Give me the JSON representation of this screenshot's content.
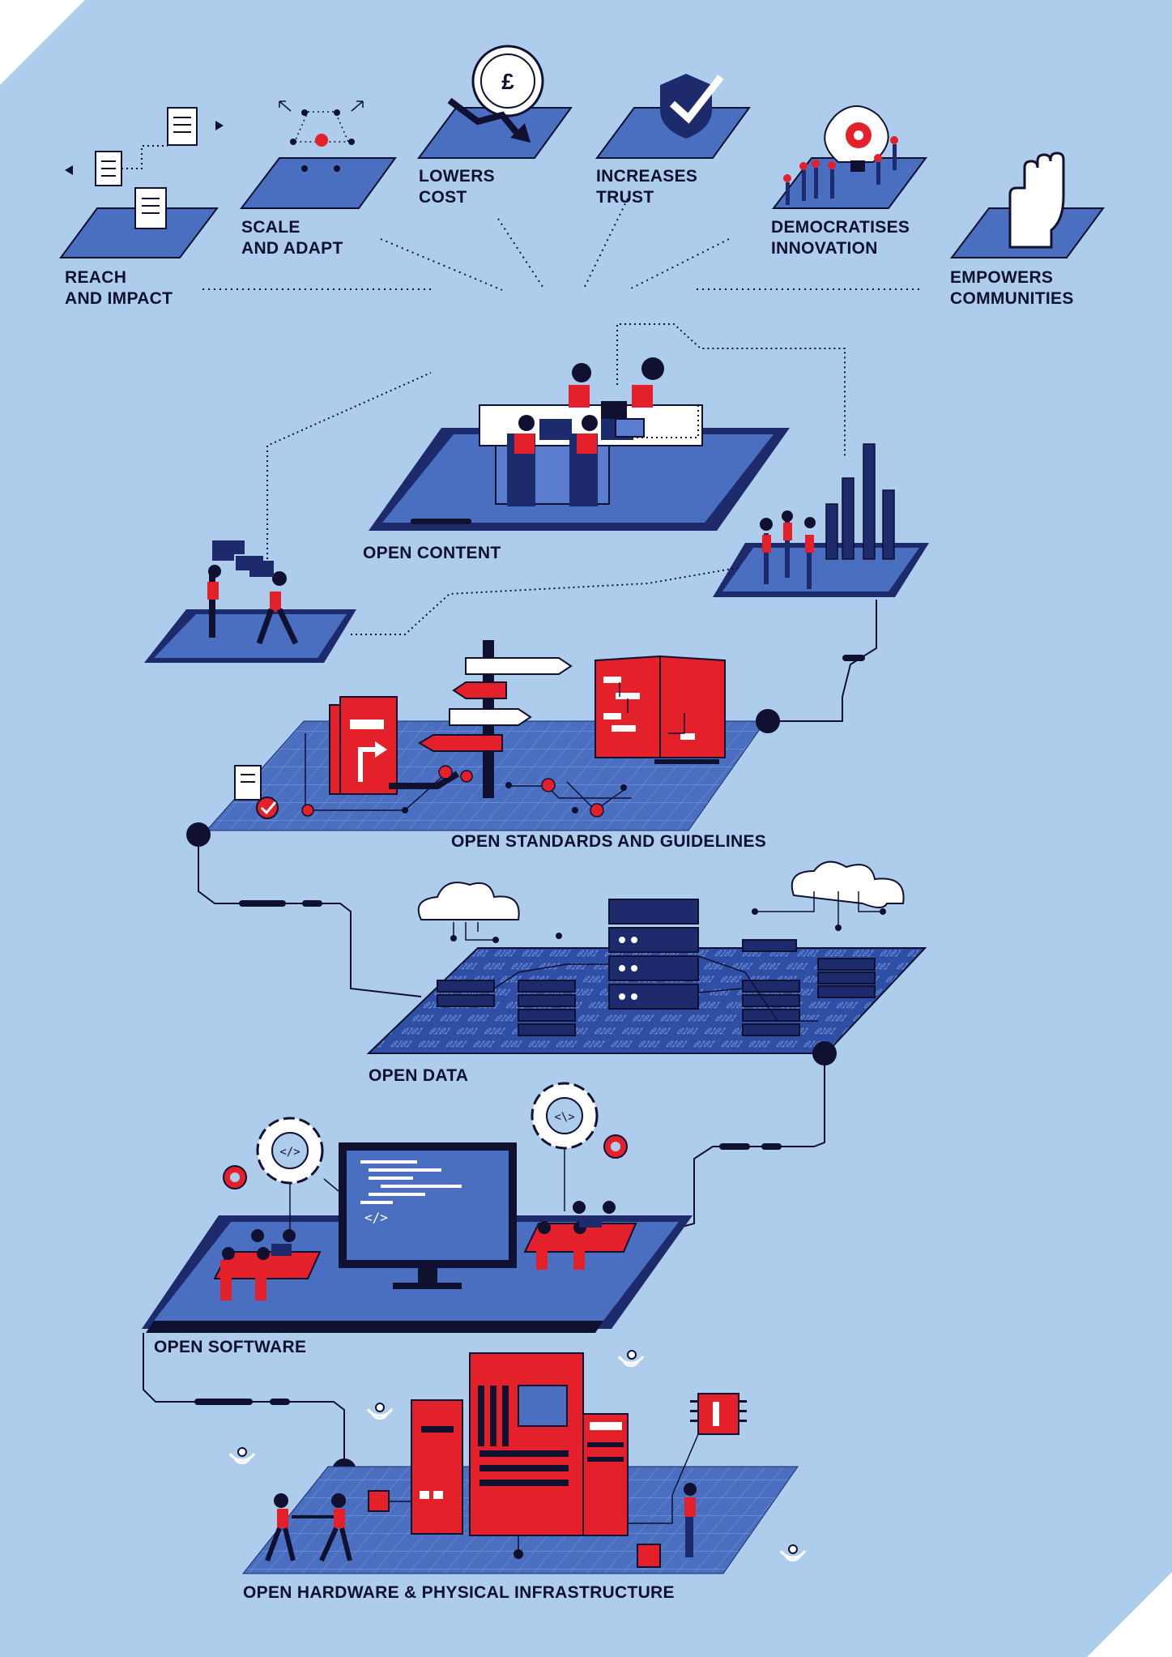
{
  "benefits": {
    "reach_impact": {
      "line1": "REACH",
      "line2": "AND IMPACT"
    },
    "scale_adapt": {
      "line1": "SCALE",
      "line2": "AND ADAPT"
    },
    "lowers_cost": {
      "line1": "LOWERS",
      "line2": "COST"
    },
    "increases_trust": {
      "line1": "INCREASES",
      "line2": "TRUST"
    },
    "democratises": {
      "line1": "DEMOCRATISES",
      "line2": "INNOVATION"
    },
    "empowers": {
      "line1": "EMPOWERS",
      "line2": "COMMUNITIES"
    }
  },
  "layers": {
    "open_content": "OPEN CONTENT",
    "open_standards": "OPEN STANDARDS AND GUIDELINES",
    "open_data": "OPEN DATA",
    "open_software": "OPEN SOFTWARE",
    "open_hardware": "OPEN HARDWARE & PHYSICAL INFRASTRUCTURE"
  },
  "icons": {
    "currency_symbol": "£",
    "code_symbol": "</>",
    "code_symbol_alt": "<\\>"
  },
  "colors": {
    "background": "#aecdec",
    "navy": "#1d2a6b",
    "mid_blue": "#4a6fc1",
    "tile_blue": "#5b7dd0",
    "red": "#e4202a",
    "ink": "#101030",
    "white": "#ffffff"
  }
}
